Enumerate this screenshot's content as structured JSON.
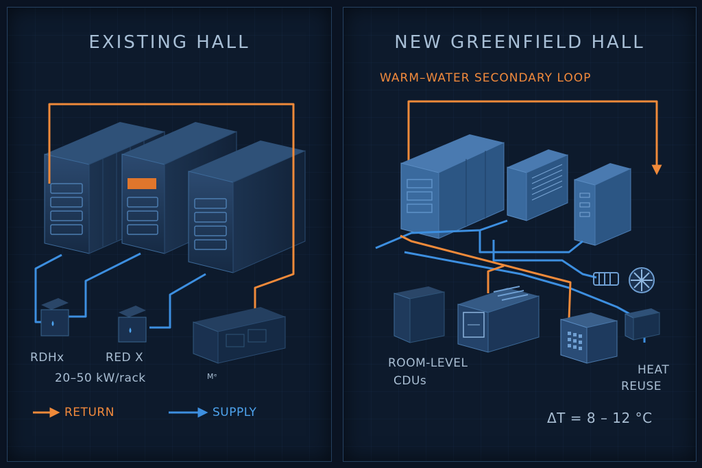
{
  "colors": {
    "return": "#f08a3a",
    "supply": "#3d8fe0",
    "background": "#0d1a2c"
  },
  "left_panel": {
    "title": "EXISTING HALL",
    "labels": {
      "rdhx": "RDHx",
      "red_x": "RED X",
      "density": "20–50 kW/rack",
      "small": "Mᵉ"
    },
    "legend": {
      "return_label": "RETURN",
      "supply_label": "SUPPLY"
    }
  },
  "right_panel": {
    "title": "NEW GREENFIELD HALL",
    "loop_label": "WARM–WATER SECONDARY LOOP",
    "cdu_label_line1": "ROOM-LEVEL",
    "cdu_label_line2": "CDUs",
    "heat_label_line1": "HEAT",
    "heat_label_line2": "REUSE",
    "delta_t": "ΔT = 8 – 12 °C"
  }
}
